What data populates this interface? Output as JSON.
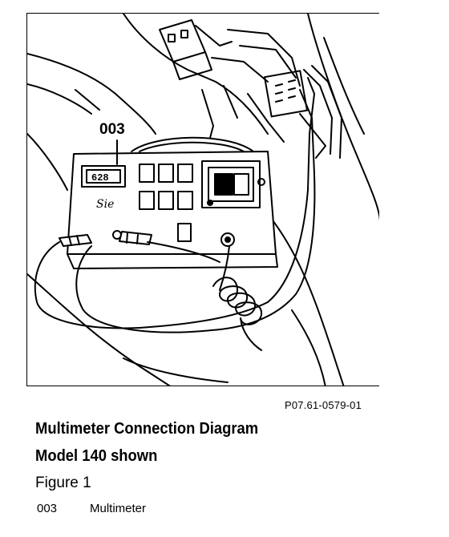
{
  "diagram": {
    "callout": "003",
    "display_reading": "628",
    "brand_mark": "Sie"
  },
  "caption": {
    "ref_code": "P07.61-0579-01",
    "title": "Multimeter Connection Diagram",
    "subtitle": "Model 140 shown",
    "figure": "Figure 1"
  },
  "legend": [
    {
      "number": "003",
      "label": "Multimeter"
    }
  ]
}
